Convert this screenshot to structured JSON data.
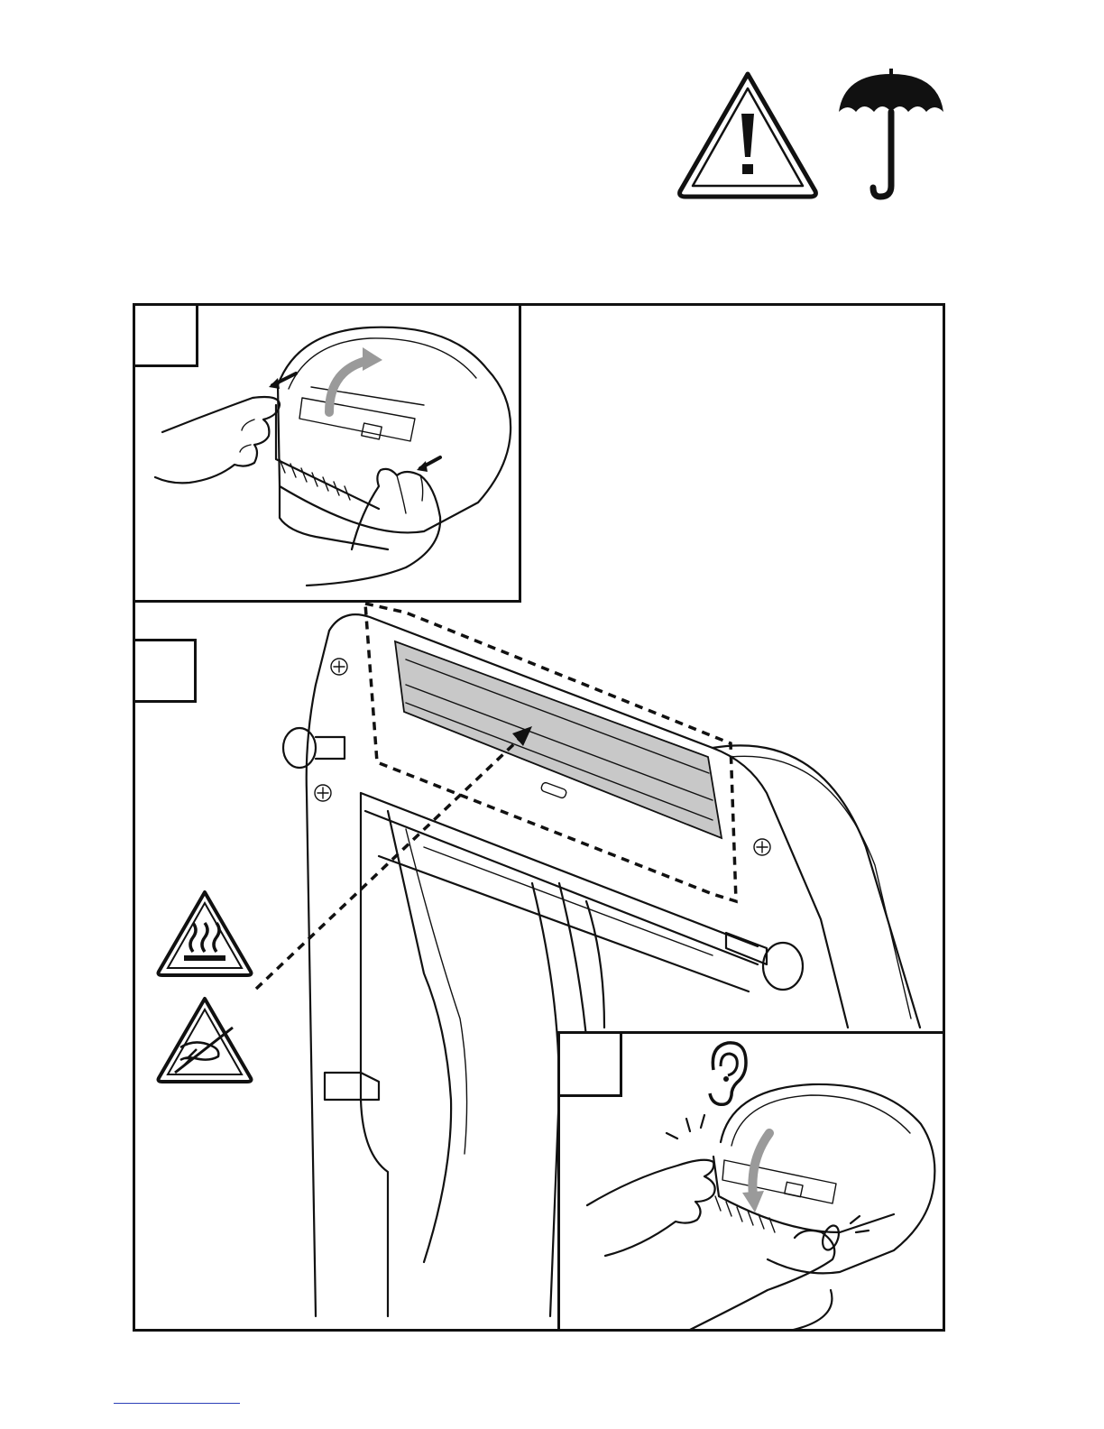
{
  "symbols": {
    "caution": {
      "icon": "exclamation-triangle-icon"
    },
    "keep_dry": {
      "icon": "umbrella-icon"
    },
    "hot_surface": {
      "icon": "hot-surface-warning-icon"
    },
    "esd": {
      "icon": "esd-warning-icon"
    },
    "listen": {
      "icon": "ear-icon"
    }
  },
  "steps": [
    {
      "icon": "step-1-open-cover"
    },
    {
      "icon": "step-2-printhead-area"
    },
    {
      "icon": "step-3-close-cover"
    }
  ],
  "colors": {
    "ink": "#111111",
    "highlight": "#c8c8c8",
    "footer_rule": "#2b3fb8"
  }
}
